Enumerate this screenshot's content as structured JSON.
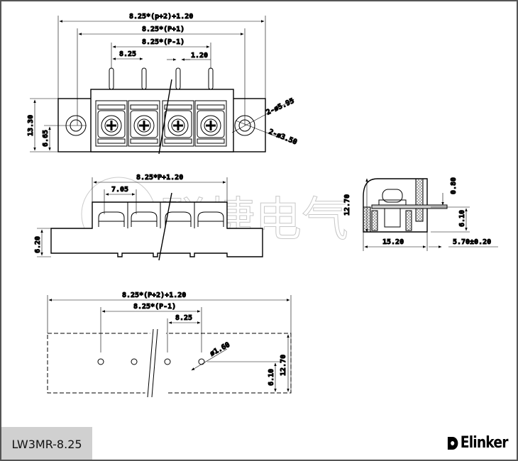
{
  "title": "LW3MR-8.25",
  "brand": "Elinker",
  "watermark": "联捷电气",
  "top_view": {
    "overall": "8.25*(p+2)+1.20",
    "mount_pitch": "8.25*(P+1)",
    "pin_span": "8.25*(P-1)",
    "pitch": "8.25",
    "pin_width": "1.20",
    "height": "13.30",
    "half_height": "6.65",
    "outer_hole": "2-ø5.95",
    "inner_hole": "2-ø3.50"
  },
  "front_view": {
    "body_width": "8.25*P+1.20",
    "cell_width": "7.05",
    "base_height": "6.20"
  },
  "side_view": {
    "height": "12.70",
    "pin_thickness": "0.80",
    "pin_height": "6.10",
    "depth": "15.20",
    "pin_length": "5.70±0.20"
  },
  "bottom_view": {
    "overall": "8.25*(P+2)+1.20",
    "pin_span": "8.25*(P-1)",
    "pitch": "8.25",
    "hole": "ø1.60",
    "height": "12.70",
    "hole_offset": "6.10"
  }
}
